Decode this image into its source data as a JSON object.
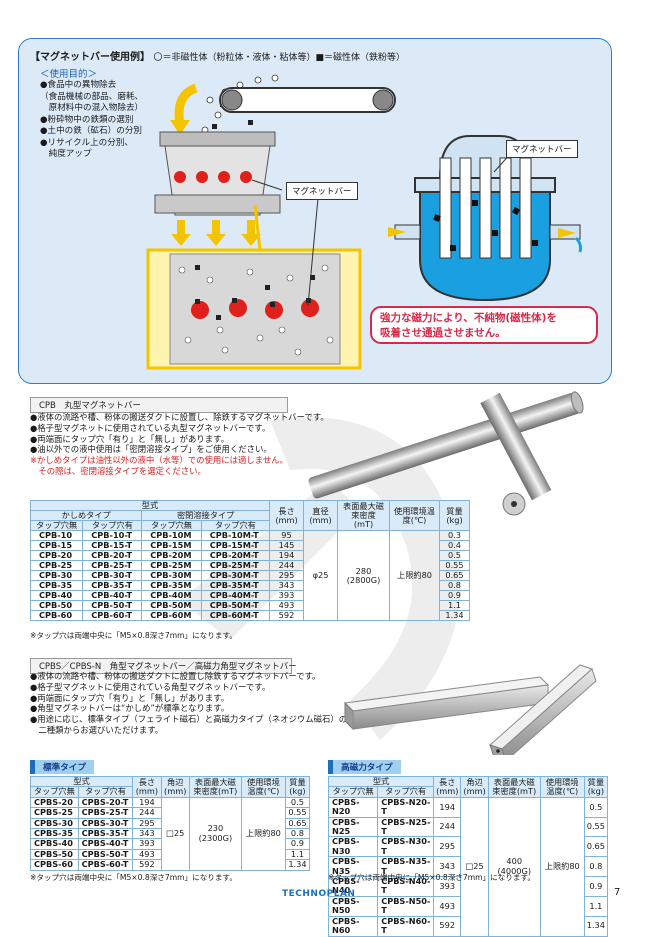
{
  "usage": {
    "title": "【マグネットバー使用例】",
    "legend": "〇＝非磁性体（粉粒体・液体・粘体等）■＝磁性体（鉄粉等）",
    "purpose_heading": "＜使用目的＞",
    "purposes": [
      "●食品中の異物除去",
      "（食品機械の部品、磨耗、",
      "　原材料中の混入物除去）",
      "●粉砕物中の鉄類の選別",
      "●土中の鉄（砿石）の分別",
      "●リサイクル上の分別、",
      "　純度アップ"
    ],
    "callout_left": "マグネットバー",
    "callout_right": "マグネットバー",
    "message": [
      "強力な磁力により、不純物(磁性体)を",
      "吸着させ通過させません。"
    ]
  },
  "cpb": {
    "header": "CPB　丸型マグネットバー",
    "bullets": [
      "●液体の流路や槽、粉体の搬送ダクトに設置し、除鉄するマグネットバーです。",
      "●格子型マグネットに使用されている丸型マグネットバーです。",
      "●両端面にタップ穴「有り」と「無し」があります。",
      "●油以外での液中使用は「密閉溶接タイプ」をご使用ください。"
    ],
    "warning": [
      "※かしめタイプは油性以外の液中（水等）での使用には適しません。",
      "　その際は、密閉溶接タイプを選定ください。"
    ],
    "table": {
      "h_model": "型式",
      "h_kashime": "かしめタイプ",
      "h_sealed": "密閉溶接タイプ",
      "h_tap_no": "タップ穴無",
      "h_tap_yes": "タップ穴有",
      "h_length": "長さ",
      "h_length_unit": "(mm)",
      "h_diameter": "直径",
      "h_diameter_unit": "(mm)",
      "h_flux": "表面最大磁束密度",
      "h_flux_unit": "(mT)",
      "h_env": "使用環境温度(℃)",
      "h_mass": "質量",
      "h_mass_unit": "(kg)",
      "diameter": "φ25",
      "flux": "280",
      "flux_g": "(2800G)",
      "env": "上限約80",
      "rows": [
        [
          "CPB-10",
          "CPB-10-T",
          "CPB-10M",
          "CPB-10M-T",
          "95",
          "0.3"
        ],
        [
          "CPB-15",
          "CPB-15-T",
          "CPB-15M",
          "CPB-15M-T",
          "145",
          "0.4"
        ],
        [
          "CPB-20",
          "CPB-20-T",
          "CPB-20M",
          "CPB-20M-T",
          "194",
          "0.5"
        ],
        [
          "CPB-25",
          "CPB-25-T",
          "CPB-25M",
          "CPB-25M-T",
          "244",
          "0.55"
        ],
        [
          "CPB-30",
          "CPB-30-T",
          "CPB-30M",
          "CPB-30M-T",
          "295",
          "0.65"
        ],
        [
          "CPB-35",
          "CPB-35-T",
          "CPB-35M",
          "CPB-35M-T",
          "343",
          "0.8"
        ],
        [
          "CPB-40",
          "CPB-40-T",
          "CPB-40M",
          "CPB-40M-T",
          "393",
          "0.9"
        ],
        [
          "CPB-50",
          "CPB-50-T",
          "CPB-50M",
          "CPB-50M-T",
          "493",
          "1.1"
        ],
        [
          "CPB-60",
          "CPB-60-T",
          "CPB-60M",
          "CPB-60M-T",
          "592",
          "1.34"
        ]
      ]
    },
    "note": "※タップ穴は両端中央に「M5×0.8深さ7mm」になります。"
  },
  "cpbs": {
    "header": "CPBS／CPBS-N　角型マグネットバー／高磁力角型マグネットバー",
    "bullets": [
      "●液体の流路や槽、粉体の搬送ダクトに設置し除鉄するマグネットバーです。",
      "●格子型マグネットに使用されている角型マグネットバーです。",
      "●両端面にタップ穴「有り」と「無し」があります。",
      "●角型マグネットバーは“かしめ”が標準となります。",
      "●用途に応じ、標準タイプ（フェライト磁石）と高磁力タイプ（ネオジウム磁石）の",
      "　二種類からお選びいただけます。"
    ],
    "std": {
      "label": "標準タイプ",
      "square": "□25",
      "flux": "230",
      "flux_g": "(2300G)",
      "env": "上限約80",
      "rows": [
        [
          "CPBS-20",
          "CPBS-20-T",
          "194",
          "0.5"
        ],
        [
          "CPBS-25",
          "CPBS-25-T",
          "244",
          "0.55"
        ],
        [
          "CPBS-30",
          "CPBS-30-T",
          "295",
          "0.65"
        ],
        [
          "CPBS-35",
          "CPBS-35-T",
          "343",
          "0.8"
        ],
        [
          "CPBS-40",
          "CPBS-40-T",
          "393",
          "0.9"
        ],
        [
          "CPBS-50",
          "CPBS-50-T",
          "493",
          "1.1"
        ],
        [
          "CPBS-60",
          "CPBS-60-T",
          "592",
          "1.34"
        ]
      ]
    },
    "high": {
      "label": "高磁力タイプ",
      "square": "□25",
      "flux": "400",
      "flux_g": "(4000G)",
      "env": "上限約80",
      "rows": [
        [
          "CPBS-N20",
          "CPBS-N20-T",
          "194",
          "0.5"
        ],
        [
          "CPBS-N25",
          "CPBS-N25-T",
          "244",
          "0.55"
        ],
        [
          "CPBS-N30",
          "CPBS-N30-T",
          "295",
          "0.65"
        ],
        [
          "CPBS-N35",
          "CPBS-N35-T",
          "343",
          "0.8"
        ],
        [
          "CPBS-N40",
          "CPBS-N40-T",
          "393",
          "0.9"
        ],
        [
          "CPBS-N50",
          "CPBS-N50-T",
          "493",
          "1.1"
        ],
        [
          "CPBS-N60",
          "CPBS-N60-T",
          "592",
          "1.34"
        ]
      ]
    },
    "h_model": "型式",
    "h_tap_no": "タップ穴無",
    "h_tap_yes": "タップ穴有",
    "h_length": "長さ",
    "h_length_unit": "(mm)",
    "h_side": "角辺",
    "h_side_unit": "(mm)",
    "h_flux": "表面最大磁束密度(mT)",
    "h_env": "使用環境温度(℃)",
    "h_mass": "質量",
    "h_mass_unit": "(kg)",
    "note": "※タップ穴は両端中央に「M5×0.8深さ7mm」になります。"
  },
  "footer": {
    "logo": "TECHNOPLAN",
    "page": "7"
  },
  "colors": {
    "accent": "#1e6dbd",
    "panel": "#dceaf7",
    "warning": "#d8294a",
    "table_head": "#d9ebf8"
  }
}
